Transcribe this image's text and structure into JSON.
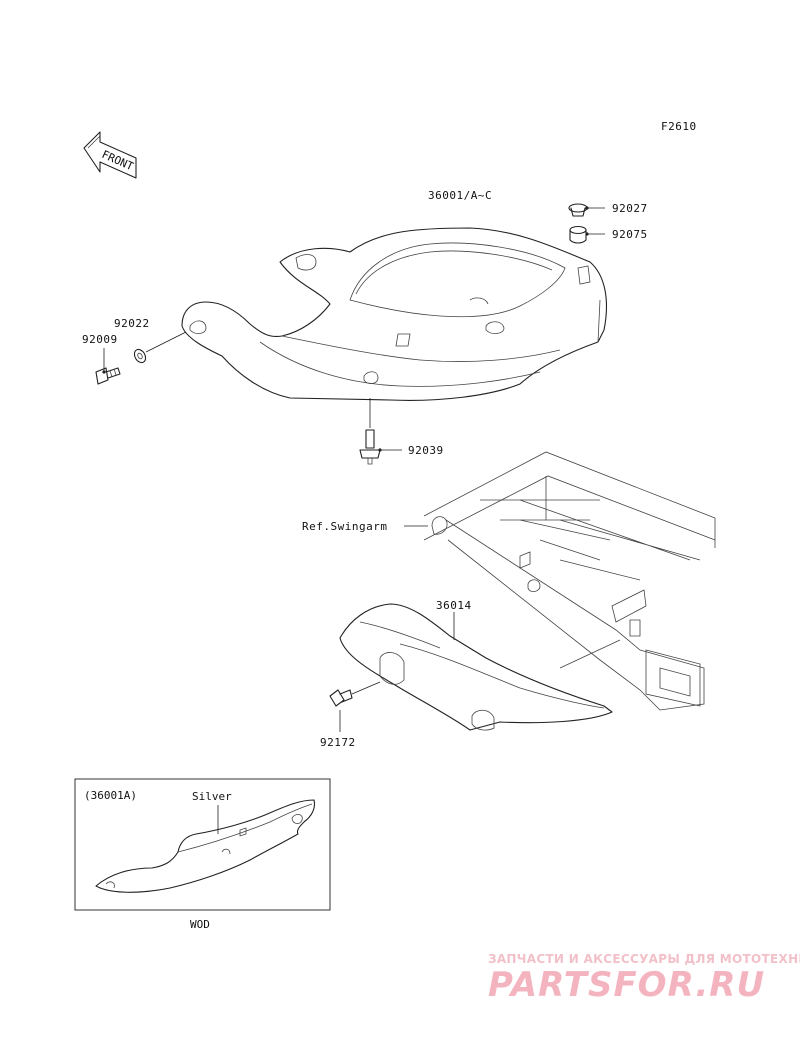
{
  "diagram": {
    "figure_code": "F2610",
    "front_marker": "FRONT",
    "parts": {
      "seat_cover": "36001/A~C",
      "cap": "92027",
      "damper": "92075",
      "washer": "92022",
      "bolt": "92009",
      "rivet": "92039",
      "chain_cover": "36014",
      "chain_bolt": "92172"
    },
    "reference": "Ref.Swingarm",
    "inset": {
      "variant": "(36001A)",
      "color_note": "Silver",
      "code": "WOD"
    }
  },
  "watermark": {
    "tagline": "ЗАПЧАСТИ И АКСЕССУАРЫ ДЛЯ МОТОТЕХНИКИ",
    "brand": "PARTSFOR.RU",
    "color": "#f4b4bf"
  }
}
